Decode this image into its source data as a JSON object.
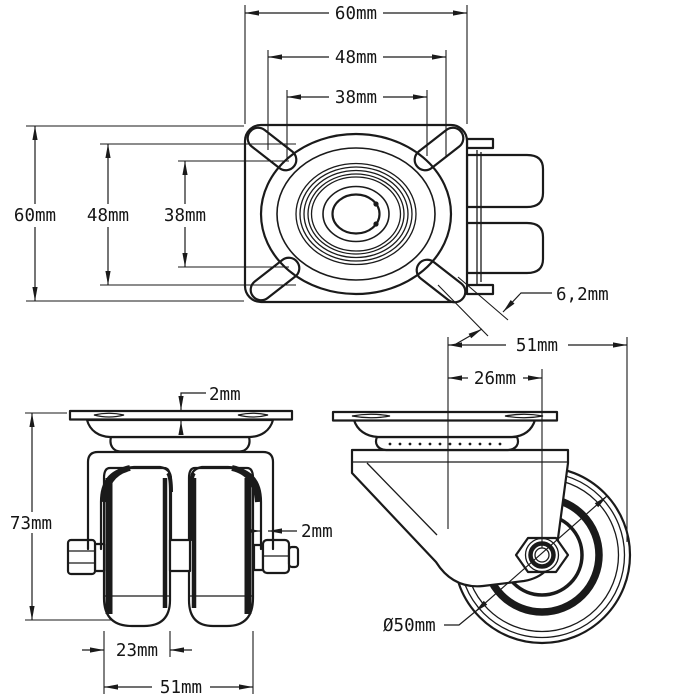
{
  "drawing": {
    "type": "technical-drawing",
    "subject": "twin-wheel swivel plate caster - dimensioned orthographic views",
    "background": "#ffffff",
    "line_color": "#1a1a1a",
    "views": [
      "top-view-plate",
      "front-view-twin-wheels",
      "side-view-swivel"
    ],
    "dimensions": {
      "top_width_outer": "60mm",
      "top_width_bolt": "48mm",
      "top_width_inner": "38mm",
      "top_depth_outer": "60mm",
      "top_depth_bolt": "48mm",
      "top_depth_inner": "38mm",
      "slot_width": "6,2mm",
      "plate_thickness": "2mm",
      "overall_height": "73mm",
      "wall_thickness": "2mm",
      "wheel_width": "23mm",
      "front_overall_width": "51mm",
      "swivel_radius": "51mm",
      "swivel_offset": "26mm",
      "wheel_diameter": "Ø50mm"
    }
  }
}
